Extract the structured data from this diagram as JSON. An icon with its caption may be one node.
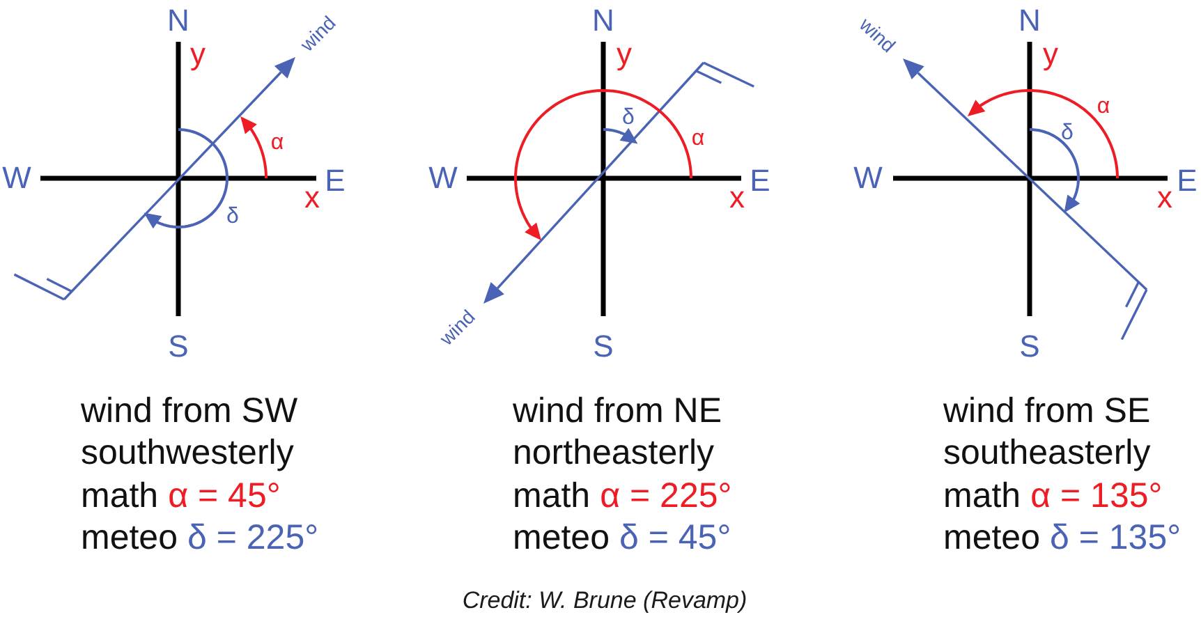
{
  "diagram": {
    "caption": "Credit: W. Brune (Revamp)",
    "labels": [
      "N",
      "wind",
      "y",
      "α",
      "W",
      "E",
      "x",
      "δ",
      "S",
      "N",
      "y",
      "δ",
      "α",
      "W",
      "E",
      "x",
      "wind",
      "S",
      "N",
      "wind",
      "y",
      "α",
      "δ",
      "W",
      "E",
      "x",
      "S",
      "wind from SW",
      "southwesterly",
      "math",
      "α = 45°",
      "meteo",
      "δ = 225°",
      "wind from NE",
      "northeasterly",
      "math",
      "α = 225°",
      "meteo",
      "δ = 45°",
      "wind from SE",
      "southeasterly",
      "math",
      "α = 135°",
      "meteo",
      "δ = 135°"
    ]
  }
}
